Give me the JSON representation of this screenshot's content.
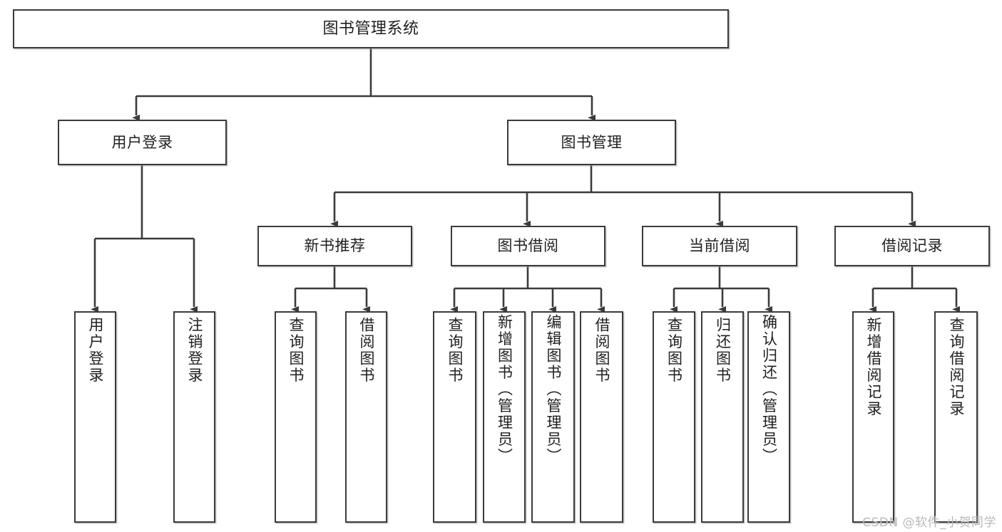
{
  "diagram": {
    "title": "图书管理系统",
    "type": "tree-hierarchy",
    "watermark": "CSDN @软件_小贺同学",
    "colors": {
      "stroke": "#3b3b3b",
      "fill": "#ffffff",
      "text": "#1f1f1f",
      "watermark": "#b9b9b9"
    },
    "root": {
      "label": "图书管理系统"
    },
    "level2": [
      {
        "id": "user-login",
        "label": "用户登录"
      },
      {
        "id": "book-manage",
        "label": "图书管理"
      }
    ],
    "level3": [
      {
        "id": "new-book-rec",
        "label": "新书推荐",
        "parent": "book-manage"
      },
      {
        "id": "book-borrow",
        "label": "图书借阅",
        "parent": "book-manage"
      },
      {
        "id": "current-borrow",
        "label": "当前借阅",
        "parent": "book-manage"
      },
      {
        "id": "borrow-record",
        "label": "借阅记录",
        "parent": "book-manage"
      }
    ],
    "leaves": [
      {
        "id": "leaf-user-login",
        "label": "用户登录",
        "parent": "user-login"
      },
      {
        "id": "leaf-logout",
        "label": "注销登录",
        "parent": "user-login"
      },
      {
        "id": "leaf-query-book-1",
        "label": "查询图书",
        "parent": "new-book-rec"
      },
      {
        "id": "leaf-borrow-book-1",
        "label": "借阅图书",
        "parent": "new-book-rec"
      },
      {
        "id": "leaf-query-book-2",
        "label": "查询图书",
        "parent": "book-borrow"
      },
      {
        "id": "leaf-add-book",
        "label": "新增图书（管理员）",
        "parent": "book-borrow"
      },
      {
        "id": "leaf-edit-book",
        "label": "编辑图书（管理员）",
        "parent": "book-borrow"
      },
      {
        "id": "leaf-borrow-book-2",
        "label": "借阅图书",
        "parent": "book-borrow"
      },
      {
        "id": "leaf-query-book-3",
        "label": "查询图书",
        "parent": "current-borrow"
      },
      {
        "id": "leaf-return-book",
        "label": "归还图书",
        "parent": "current-borrow"
      },
      {
        "id": "leaf-confirm-return",
        "label": "确认归还（管理员）",
        "parent": "current-borrow"
      },
      {
        "id": "leaf-add-record",
        "label": "新增借阅记录",
        "parent": "borrow-record"
      },
      {
        "id": "leaf-query-record",
        "label": "查询借阅记录",
        "parent": "borrow-record"
      }
    ]
  }
}
